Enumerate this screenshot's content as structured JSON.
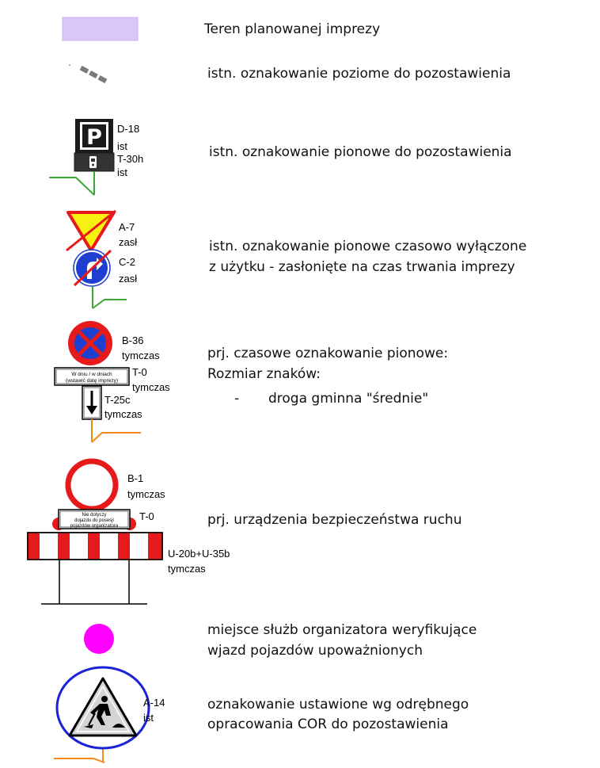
{
  "legend": {
    "items": [
      {
        "id": "event-area",
        "description": [
          "Teren planowanej imprezy"
        ],
        "color": "#d9c8f7"
      },
      {
        "id": "horizontal-marking",
        "description": [
          "istn. oznakowanie poziome do pozostawienia"
        ]
      },
      {
        "id": "vertical-existing",
        "description": [
          "istn. oznakowanie pionowe do pozostawienia"
        ],
        "codes": [
          "D-18",
          "ist",
          "T-30h",
          "ist"
        ]
      },
      {
        "id": "vertical-disabled",
        "description": [
          "istn. oznakowanie pionowe czasowo wyłączone",
          "z użytku - zasłonięte na czas trwania imprezy"
        ],
        "codes": [
          "A-7",
          "zasł",
          "C-2",
          "zasł"
        ]
      },
      {
        "id": "temporary-vertical",
        "description": [
          "prj. czasowe oznakowanie pionowe:",
          "Rozmiar znaków:",
          "-",
          "droga gminna \"średnie\""
        ],
        "codes": [
          "B-36",
          "tymczas",
          "T-0",
          "tymczas",
          "T-25c",
          "tymczas"
        ],
        "plate_text": [
          "W dniu / w dniach",
          "(wstawić datę imprezy)"
        ]
      },
      {
        "id": "safety-devices",
        "description": [
          "prj. urządzenia bezpieczeństwa ruchu"
        ],
        "codes": [
          "B-1",
          "tymczas",
          "T-0",
          "U-20b+U-35b",
          "tymczas"
        ],
        "plate_text": [
          "Nie dotyczy",
          "dojazdu do posesji",
          "pojazdów organizatora"
        ]
      },
      {
        "id": "organizer-point",
        "description": [
          "miejsce służb organizatora weryfikujące",
          "wjazd pojazdów upoważnionych"
        ],
        "color": "#ff00ff"
      },
      {
        "id": "cor-marking",
        "description": [
          "oznakowanie ustawione wg odrębnego",
          "opracowania COR do pozostawienia"
        ],
        "codes": [
          "A-14",
          "ist"
        ]
      }
    ]
  }
}
